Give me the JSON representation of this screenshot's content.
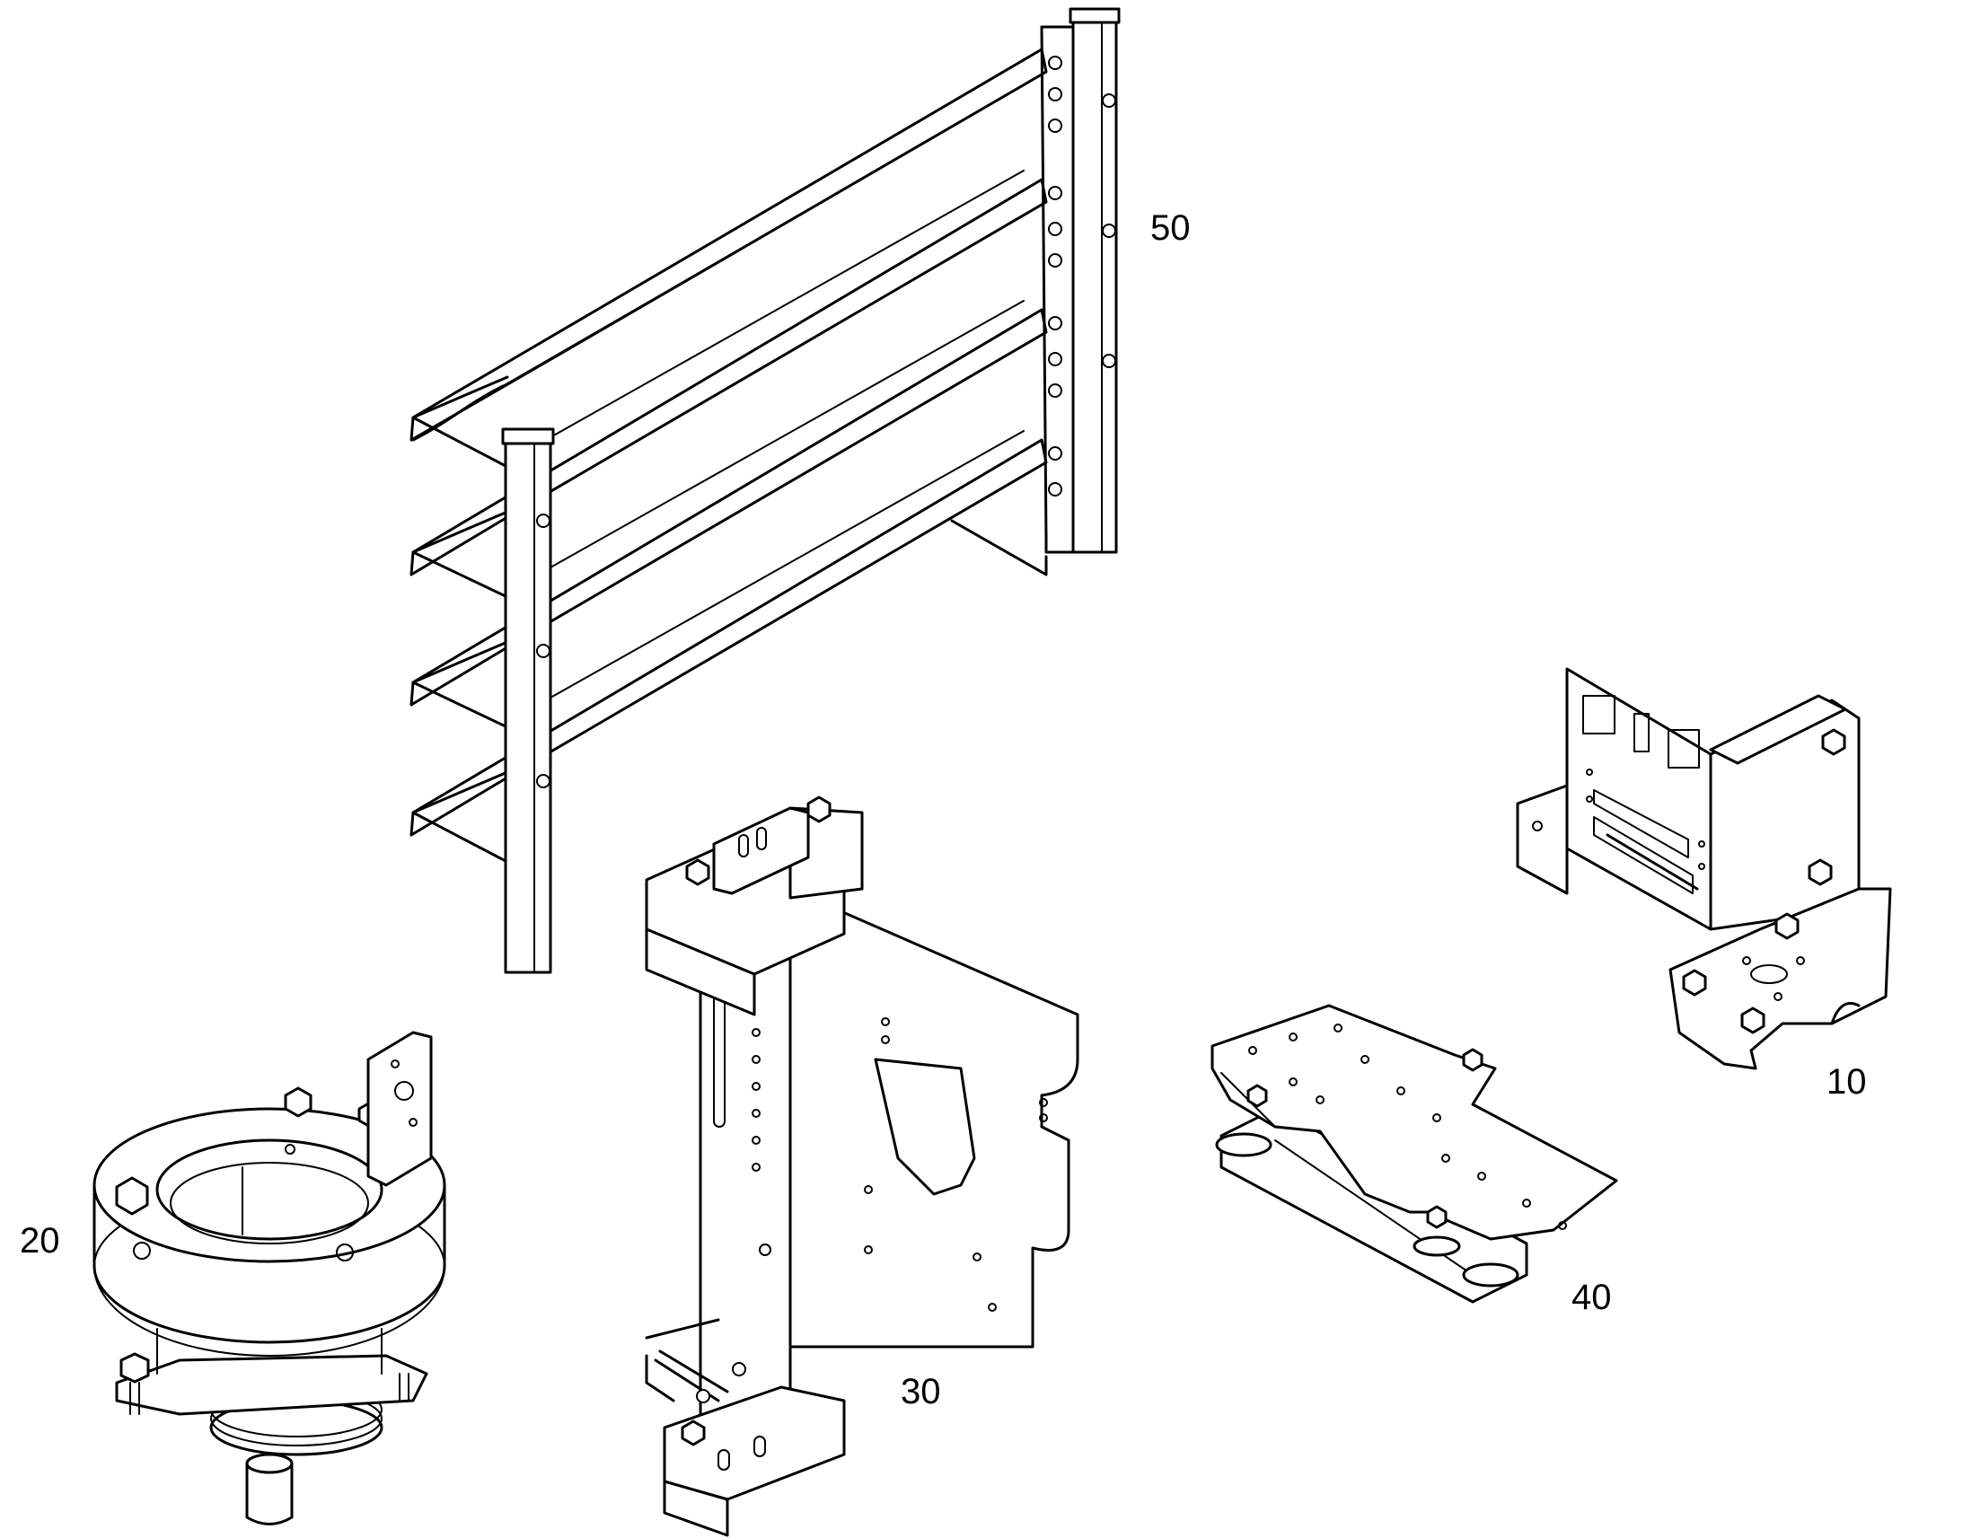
{
  "callouts": {
    "part_10": "10",
    "part_20": "20",
    "part_30": "30",
    "part_40": "40",
    "part_50": "50"
  },
  "colors": {
    "line": "#000000",
    "background": "#ffffff"
  }
}
